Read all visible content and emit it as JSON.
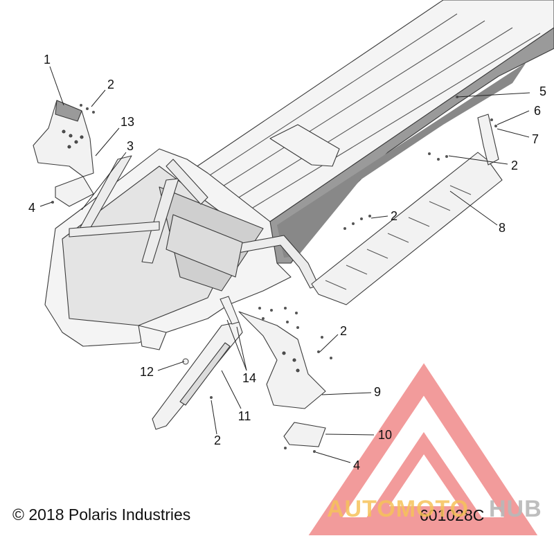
{
  "colors": {
    "line": "#3a3a3a",
    "part_fill": "#f2f2f2",
    "tunnel_shade": "#8f8f8f",
    "watermark_red": "#f08a8a",
    "watermark_orange": "#f6c25a",
    "watermark_gray": "#b8b8b8"
  },
  "callouts": {
    "c1": "1",
    "c2a": "2",
    "c13": "13",
    "c3": "3",
    "c4a": "4",
    "c5": "5",
    "c6": "6",
    "c7": "7",
    "c2b": "2",
    "c2c": "2",
    "c8": "8",
    "c2d": "2",
    "c9": "9",
    "c14": "14",
    "c12": "12",
    "c11": "11",
    "c2e": "2",
    "c10": "10",
    "c4b": "4"
  },
  "footer": {
    "copyright": "© 2018 Polaris Industries",
    "figure_code": "601028C"
  },
  "watermark": {
    "word_a": "AUTOMOTO",
    "word_b": "HUB"
  }
}
